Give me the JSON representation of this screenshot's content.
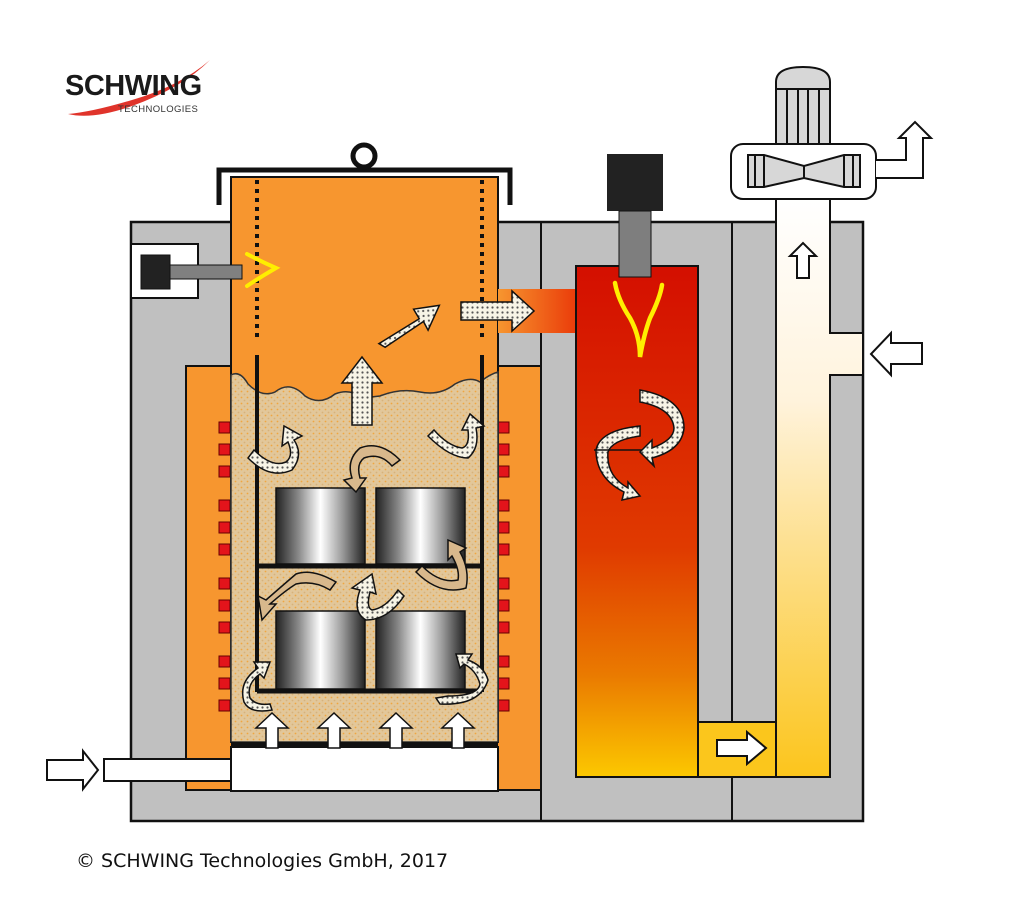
{
  "logo": {
    "name": "SCHWING",
    "subtitle": "TECHNOLOGIES",
    "swoosh_color": "#e0342b"
  },
  "footer": {
    "copyright": "© SCHWING Technologies GmbH, 2017"
  },
  "diagram": {
    "description": "Thermal cleaning furnace schematic: load chamber with parts, afterburner chamber, cooling/dilution stack and exhaust fan",
    "components": [
      {
        "id": "load-chamber",
        "label": "Load chamber (retort)",
        "color": "#f7962f"
      },
      {
        "id": "heating-elements",
        "label": "Heating elements",
        "color": "#e3141b"
      },
      {
        "id": "parts-basket",
        "label": "Parts basket with 4 parts"
      },
      {
        "id": "burner-main",
        "label": "Main chamber burner"
      },
      {
        "id": "afterburner",
        "label": "Afterburner chamber",
        "gradient": [
          "#d40f00",
          "#e03a00",
          "#f7c300"
        ]
      },
      {
        "id": "afterburner-burner",
        "label": "Afterburner burner"
      },
      {
        "id": "stack",
        "label": "Dilution / cooling stack",
        "gradient": [
          "#ffffff",
          "#fddc7a",
          "#fcc51c"
        ]
      },
      {
        "id": "exhaust-fan",
        "label": "Exhaust fan with motor"
      },
      {
        "id": "air-inlet-bottom",
        "label": "Fluidizing air inlet"
      },
      {
        "id": "air-inlet-stack",
        "label": "Dilution air inlet"
      },
      {
        "id": "exhaust-outlet",
        "label": "Exhaust outlet"
      }
    ],
    "colors": {
      "housing": "#c0c0c0",
      "outline": "#111111",
      "flame": "#ffee00",
      "fluid_bed": "#e2c79a",
      "burner_body": "#222222",
      "burner_pipe": "#808080"
    }
  }
}
